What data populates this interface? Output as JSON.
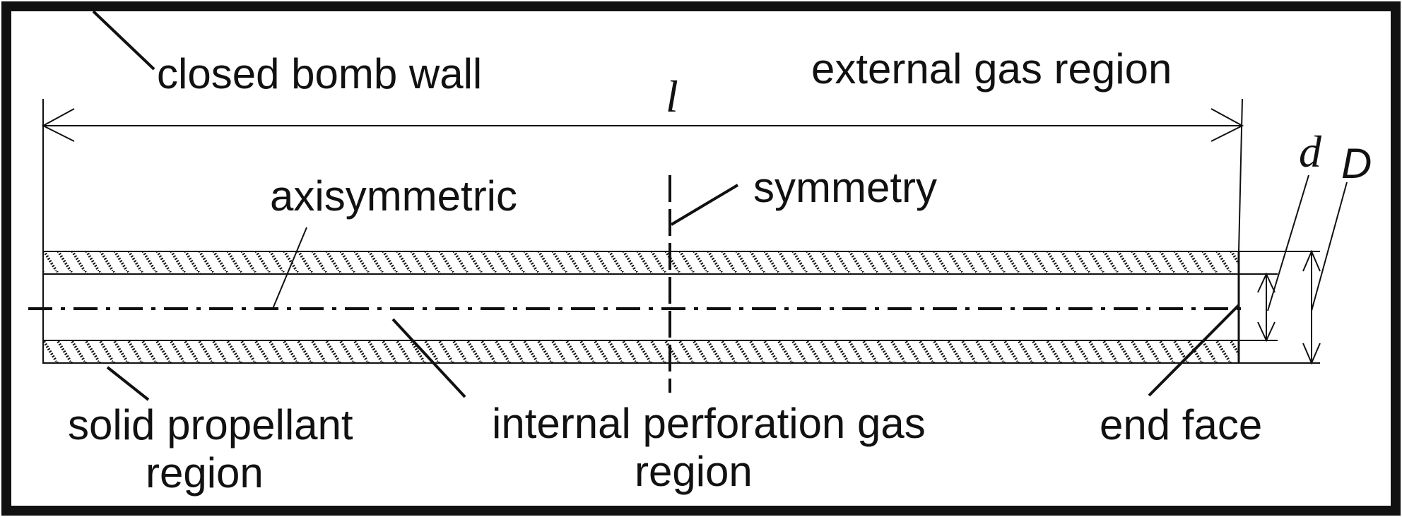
{
  "labels": {
    "closed_bomb_wall": "closed bomb wall",
    "external_gas_region": "external gas region",
    "axisymmetric": "axisymmetric",
    "symmetry": "symmetry",
    "solid_propellant_line1": "solid propellant",
    "solid_propellant_line2": "region",
    "internal_perforation_line1": "internal perforation gas",
    "internal_perforation_line2": "region",
    "end_face": "end face"
  },
  "dimensions": {
    "length": "l",
    "inner_diameter": "d",
    "outer_diameter": "D"
  },
  "colors": {
    "ink": "#111111",
    "background": "#ffffff"
  }
}
